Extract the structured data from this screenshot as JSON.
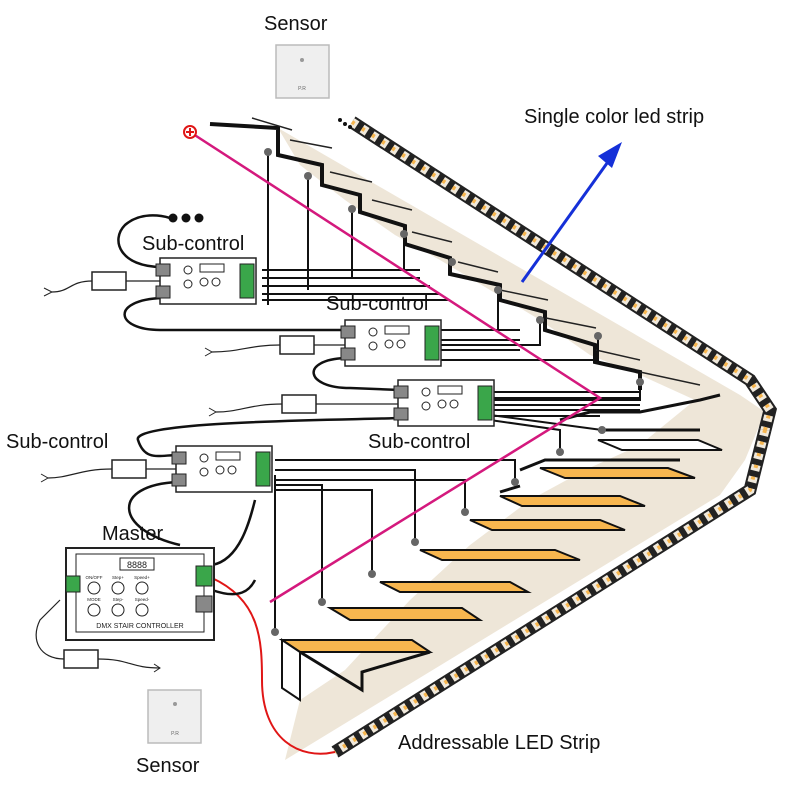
{
  "labels": {
    "sensor_top": "Sensor",
    "sensor_bottom": "Sensor",
    "single_strip": "Single color led strip",
    "addressable_strip": "Addressable LED Strip",
    "master": "Master",
    "sub_control_1": "Sub-control",
    "sub_control_2": "Sub-control",
    "sub_control_3": "Sub-control",
    "sub_control_4": "Sub-control"
  },
  "master_panel": {
    "title": "DMX STAIR CONTROLLER",
    "buttons": [
      "ON/OFF",
      "Step+",
      "Speed+",
      "MODE",
      "Step-",
      "Speed-"
    ]
  },
  "sensor_plate_text": "P.R",
  "colors": {
    "pink_wire": "#d4197d",
    "red_wire": "#e01616",
    "arrow": "#1530d8",
    "step_lit": "#f7b64f",
    "wall": "#eee6d8",
    "terminal": "#3aa64a"
  }
}
